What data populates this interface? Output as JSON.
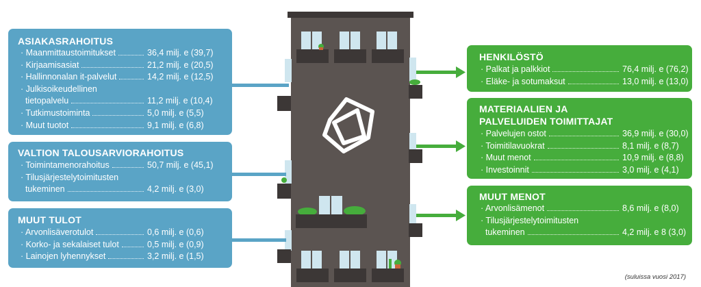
{
  "colors": {
    "blue": "#5aa4c6",
    "green": "#46ad3c",
    "building": "#5b5451",
    "window": "#cfe6ef"
  },
  "note": "(suluissa vuosi 2017)",
  "logo": "nls-logo-icon",
  "asiakasrahoitus": {
    "title": "ASIAKASRAHOITUS",
    "rows": [
      {
        "label": "· Maanmittaustoimitukset",
        "value": "36,4 milj. e (39,7)"
      },
      {
        "label": "· Kirjaamisasiat",
        "value": "21,2 milj. e (20,5)"
      },
      {
        "label": "· Hallinnonalan it-palvelut",
        "value": "14,2 milj. e (12,5)"
      },
      {
        "label": "· Julkisoikeudellinen",
        "value": ""
      },
      {
        "label": "  tietopalvelu",
        "value": "11,2 milj. e (10,4)"
      },
      {
        "label": "· Tutkimustoiminta",
        "value": "5,0 milj. e (5,5)"
      },
      {
        "label": "· Muut tuotot",
        "value": "9,1 milj. e (6,8)"
      }
    ]
  },
  "valtion": {
    "title": "VALTION TALOUSARVIORAHOITUS",
    "rows": [
      {
        "label": "· Toimintamenorahoitus",
        "value": "50,7 milj. e (45,1)"
      },
      {
        "label": "· Tilusjärjestelytoimitusten",
        "value": ""
      },
      {
        "label": "  tukeminen",
        "value": "4,2 milj. e (3,0)"
      }
    ]
  },
  "muut_tulot": {
    "title": "MUUT TULOT",
    "rows": [
      {
        "label": "· Arvonlisäverotulot",
        "value": "0,6 milj. e (0,6)"
      },
      {
        "label": "· Korko- ja sekalaiset tulot",
        "value": "0,5 milj. e (0,9)"
      },
      {
        "label": "· Lainojen lyhennykset",
        "value": "3,2 milj. e (1,5)"
      }
    ]
  },
  "henkilosto": {
    "title": "HENKILÖSTÖ",
    "rows": [
      {
        "label": "· Palkat ja palkkiot",
        "value": "76,4 milj. e (76,2)"
      },
      {
        "label": "· Eläke- ja sotumaksut",
        "value": "13,0 milj. e (13,0)"
      }
    ]
  },
  "materiaalien": {
    "title": "MATERIAALIEN JA\nPALVELUIDEN TOIMITTAJAT",
    "rows": [
      {
        "label": "· Palvelujen ostot",
        "value": "36,9 milj. e (30,0)"
      },
      {
        "label": "· Toimitilavuokrat",
        "value": "8,1 milj. e (8,7)"
      },
      {
        "label": "· Muut menot",
        "value": "10,9 milj. e (8,8)"
      },
      {
        "label": "· Investoinnit",
        "value": "3,0 milj. e (4,1)"
      }
    ]
  },
  "muut_menot": {
    "title": "MUUT MENOT",
    "rows": [
      {
        "label": "· Arvonlisämenot",
        "value": "8,6 milj. e (8,0)"
      },
      {
        "label": "· Tilusjärjestelytoimitusten",
        "value": ""
      },
      {
        "label": "  tukeminen",
        "value": "4,2 milj. e 8 (3,0)"
      }
    ]
  }
}
